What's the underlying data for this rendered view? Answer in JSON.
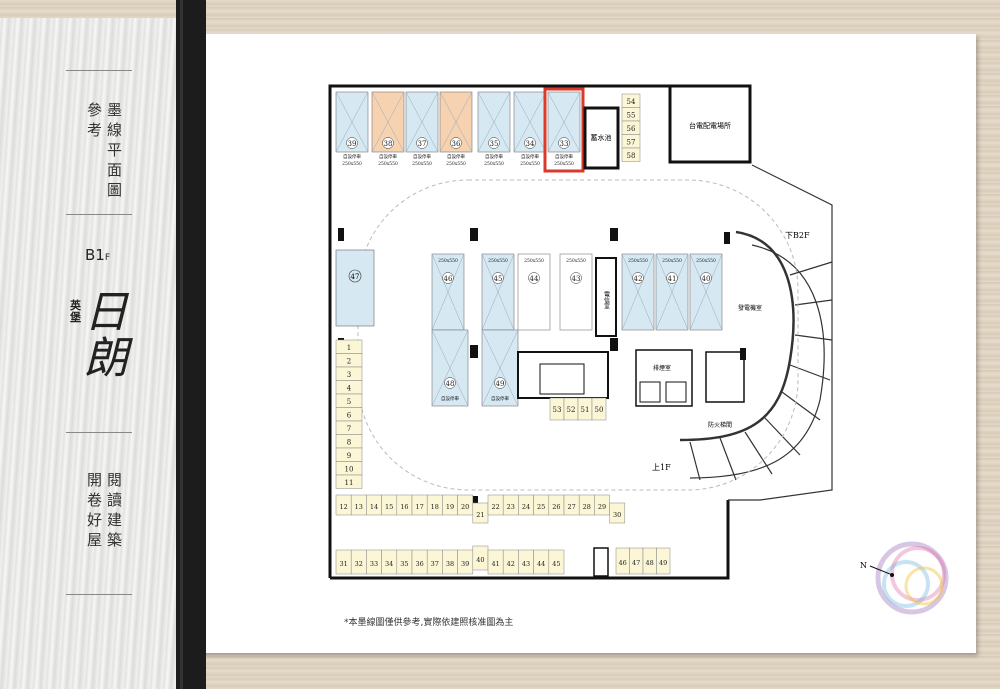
{
  "sidebar": {
    "col1": "參考",
    "col2": "墨線平面圖",
    "level": "B1",
    "level_suffix": "F",
    "brand_small": "英堡",
    "brand": "日朗",
    "lower_col1": "開卷好屋",
    "lower_col2": "閱讀建築"
  },
  "plan": {
    "top_spaces": [
      "39",
      "38",
      "37",
      "36",
      "35",
      "34",
      "33"
    ],
    "top_space_label": "自設停車",
    "top_space_size": "250x550",
    "tank_label": "蓄水池",
    "moto_top": [
      "54",
      "55",
      "56",
      "57",
      "58"
    ],
    "power_room": "台電配電場所",
    "down_ramp": "下B2F",
    "up_ramp": "上1F",
    "center_top": [
      "46",
      "45",
      "44",
      "43",
      "42",
      "41",
      "40"
    ],
    "center_bottom": [
      "48",
      "49"
    ],
    "space_47": "47",
    "elec_room": "電信室",
    "generator_room": "發電機室",
    "valve_room": "排煙室",
    "stair_hall": "防火梯間",
    "moto_left": [
      "1",
      "2",
      "3",
      "4",
      "5",
      "6",
      "7",
      "8",
      "9",
      "10",
      "11"
    ],
    "moto_row": [
      "12",
      "13",
      "14",
      "15",
      "16",
      "17",
      "18",
      "19",
      "20",
      "21",
      "22",
      "23",
      "24",
      "25",
      "26",
      "27",
      "28",
      "29",
      "30"
    ],
    "moto_bottom": [
      "31",
      "32",
      "33",
      "34",
      "35",
      "36",
      "37",
      "38",
      "39",
      "40",
      "41",
      "42",
      "43",
      "44",
      "45"
    ],
    "moto_bottom_right": [
      "46",
      "47",
      "48",
      "49"
    ],
    "moto_center": [
      "53",
      "52",
      "51",
      "50"
    ],
    "compass_n": "N"
  },
  "footnote": "*本墨線圖僅供參考,實際依建照核准圖為主",
  "colors": {
    "spot_blue": "#d6e8f2",
    "spot_orange": "#f6d2b0",
    "moto_yellow": "#fbf6d6",
    "highlight": "#d93a2b"
  }
}
